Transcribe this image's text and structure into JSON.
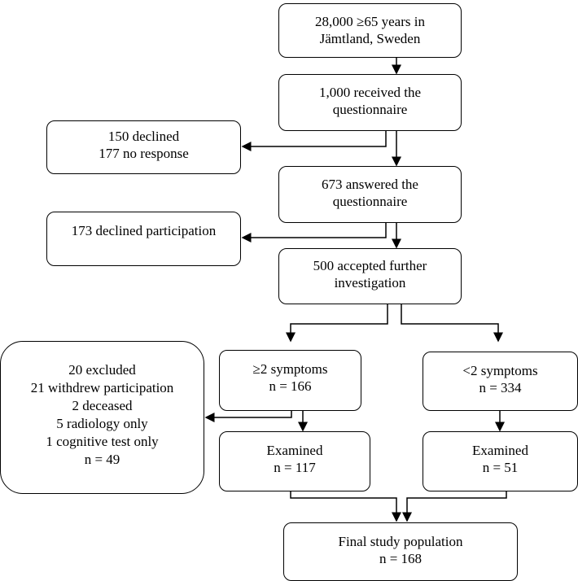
{
  "boxes": {
    "population": [
      "28,000 ≥65 years in",
      "Jämtland, Sweden"
    ],
    "received": [
      "1,000 received the",
      "questionnaire"
    ],
    "declined1": [
      "150 declined",
      "177 no response"
    ],
    "answered": [
      "673 answered the",
      "questionnaire"
    ],
    "declined2": [
      "173 declined participation"
    ],
    "accepted": [
      "500 accepted further",
      "investigation"
    ],
    "excluded": [
      "20 excluded",
      "21 withdrew participation",
      "2 deceased",
      "5 radiology only",
      "1 cognitive test only",
      "n = 49"
    ],
    "sym_high": [
      "≥2 symptoms",
      "n = 166"
    ],
    "sym_low": [
      "<2 symptoms",
      "n = 334"
    ],
    "exam_high": [
      "Examined",
      "n = 117"
    ],
    "exam_low": [
      "Examined",
      "n = 51"
    ],
    "final": [
      "Final study population",
      "n = 168"
    ]
  }
}
